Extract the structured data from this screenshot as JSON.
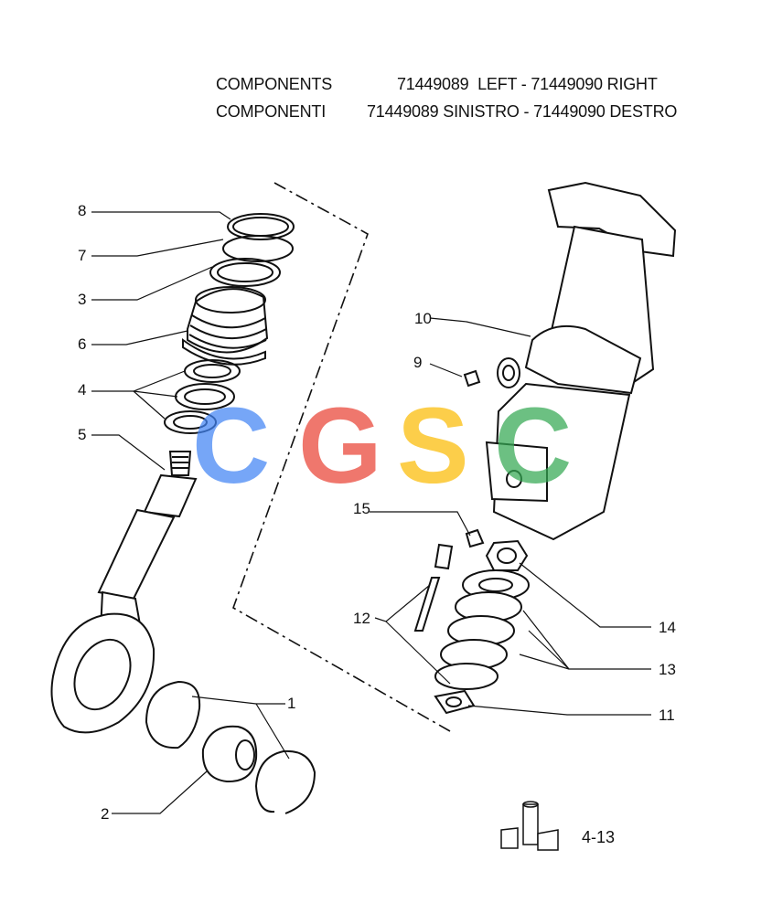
{
  "header": {
    "line1_label": "COMPONENTS",
    "line1_value": "71449089  LEFT - 71449090 RIGHT",
    "line2_label": "COMPONENTI",
    "line2_value": "71449089 SINISTRO - 71449090 DESTRO"
  },
  "callouts": [
    "1",
    "2",
    "3",
    "4",
    "5",
    "6",
    "7",
    "8",
    "9",
    "10",
    "11",
    "12",
    "13",
    "14",
    "15"
  ],
  "watermark": {
    "letters": [
      "C",
      "G",
      "S",
      "C"
    ],
    "colors": [
      "#4285F4",
      "#EA4335",
      "#FBBC05",
      "#34A853"
    ]
  },
  "page_ref": "4-13"
}
